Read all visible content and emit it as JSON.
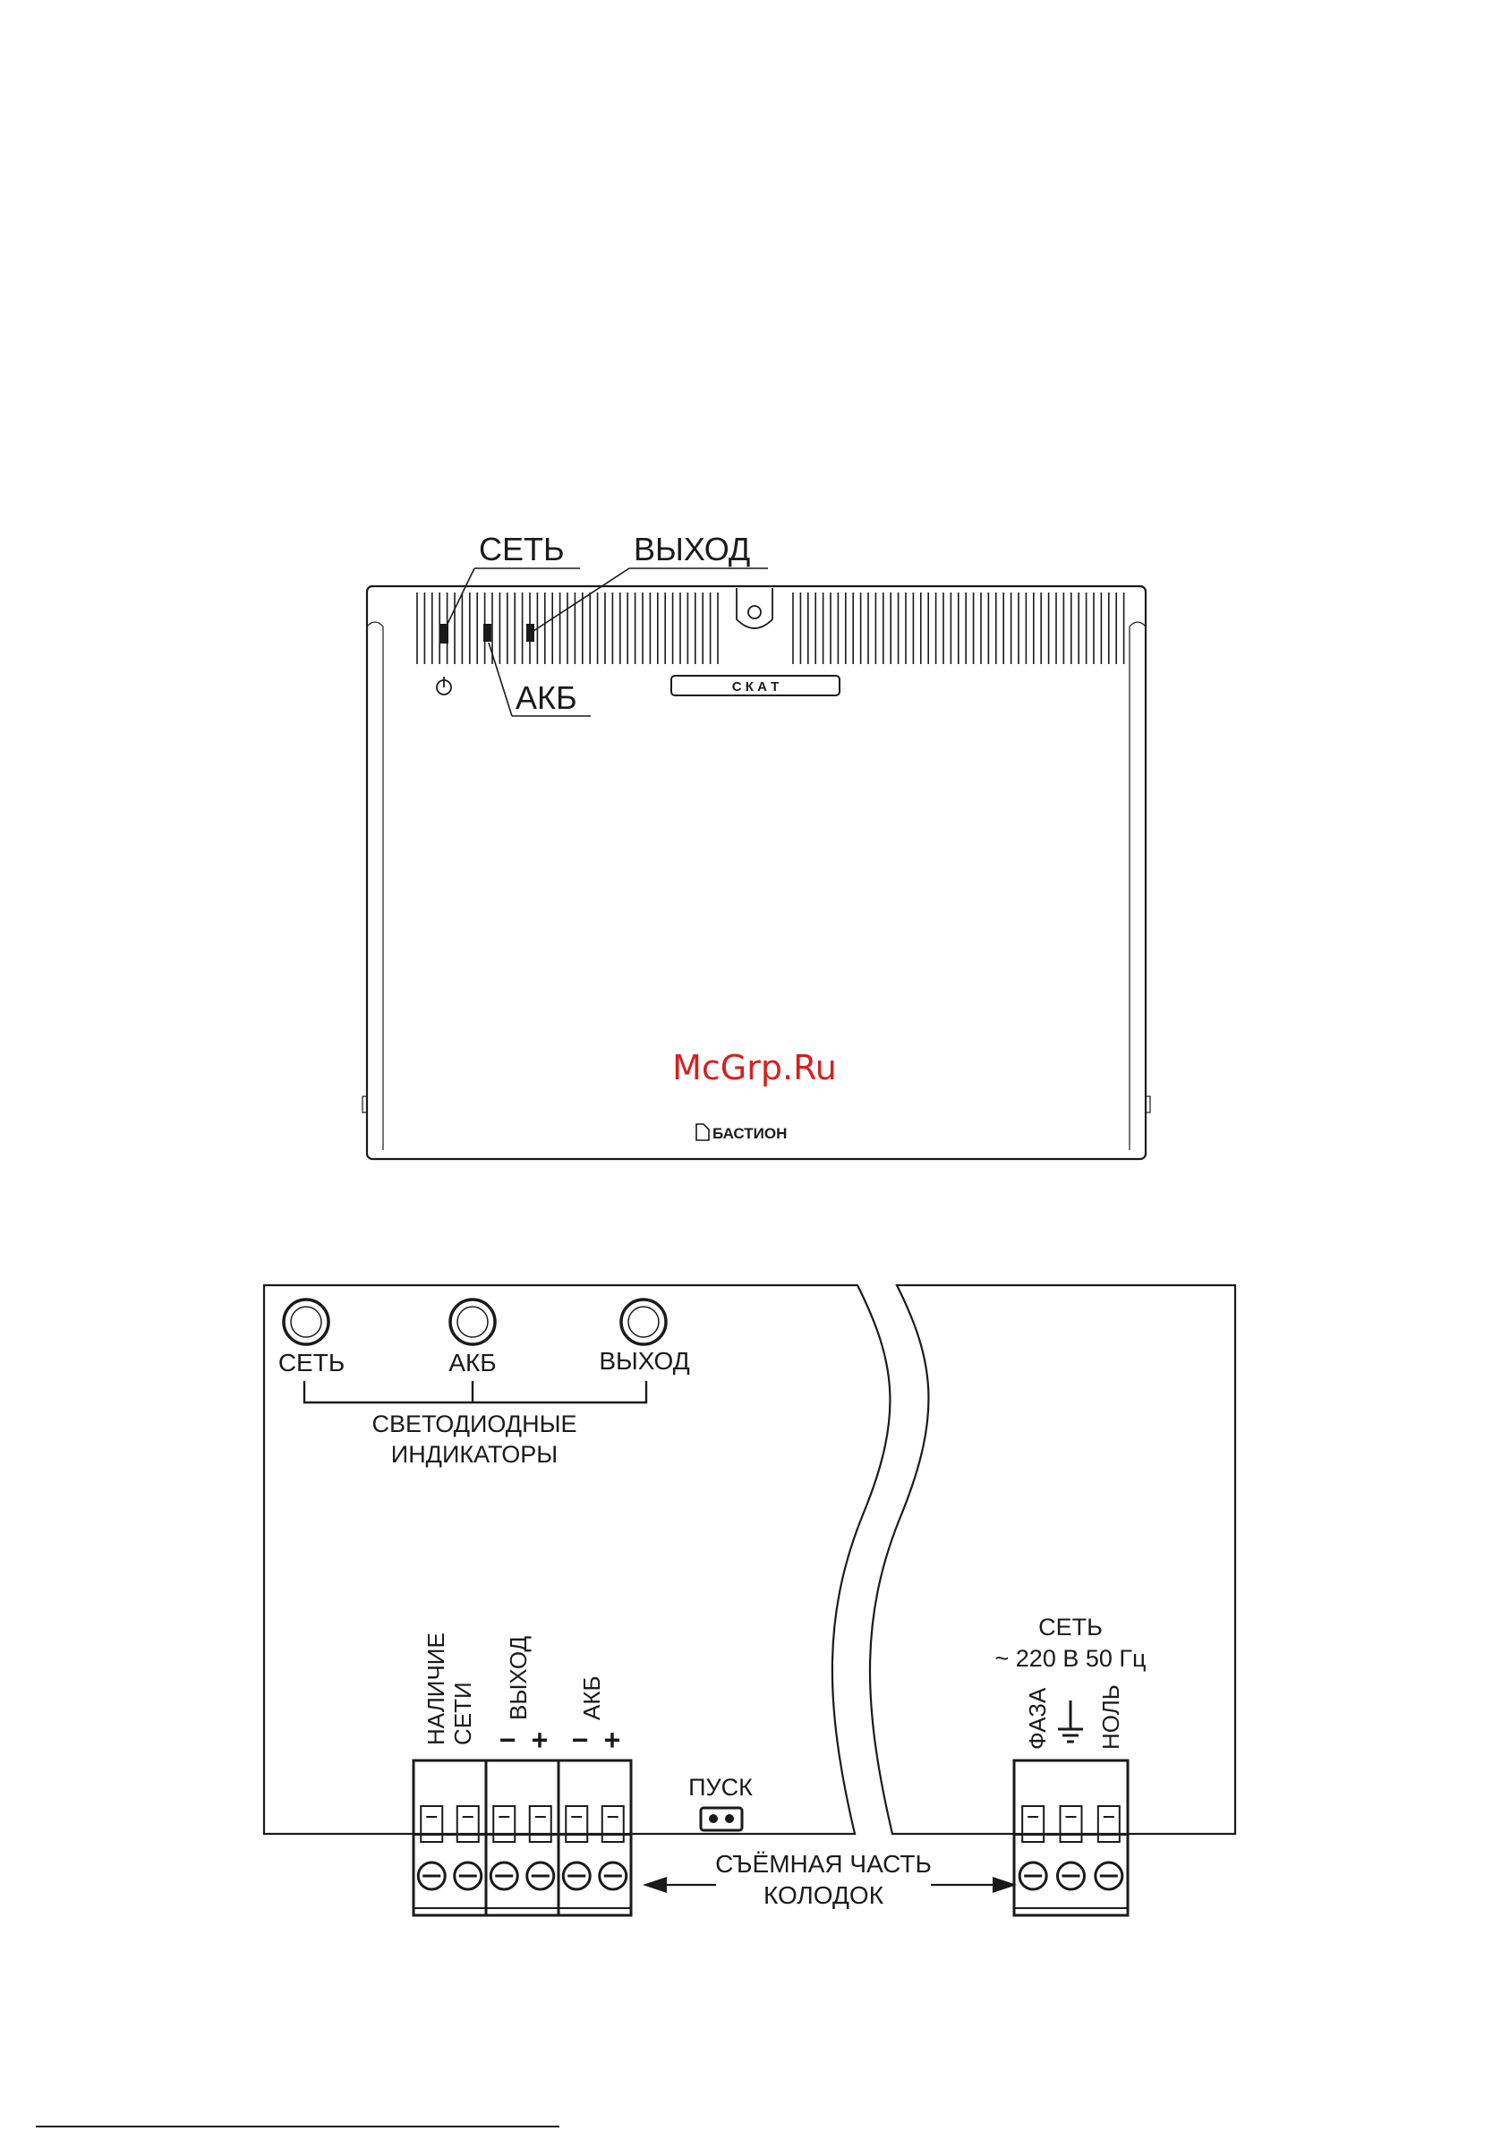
{
  "enclosure_view": {
    "labels": {
      "set": "СЕТЬ",
      "vyhod": "ВЫХОД",
      "akb": "АКБ"
    },
    "plate": "С К А Т",
    "brand": "БАСТИОН",
    "watermark": "McGrp.Ru"
  },
  "board_view": {
    "led_labels": [
      "СЕТЬ",
      "АКБ",
      "ВЫХОД"
    ],
    "led_caption_line1": "СВЕТОДИОДНЫЕ",
    "led_caption_line2": "ИНДИКАТОРЫ",
    "terminal_labels": {
      "nalichie_line1": "НАЛИЧИЕ",
      "nalichie_line2": "СЕТИ",
      "vyhod": "ВЫХОД",
      "akb": "АКБ"
    },
    "polarity": [
      "−",
      "+",
      "−",
      "+"
    ],
    "pusk": "ПУСК",
    "mains_title": "СЕТЬ",
    "mains_spec": "~ 220 В 50 Гц",
    "mains_terminals": {
      "faza": "ФАЗА",
      "nol": "НОЛЬ"
    },
    "removable_line1": "СЪЁМНАЯ ЧАСТЬ",
    "removable_line2": "КОЛОДОК"
  }
}
